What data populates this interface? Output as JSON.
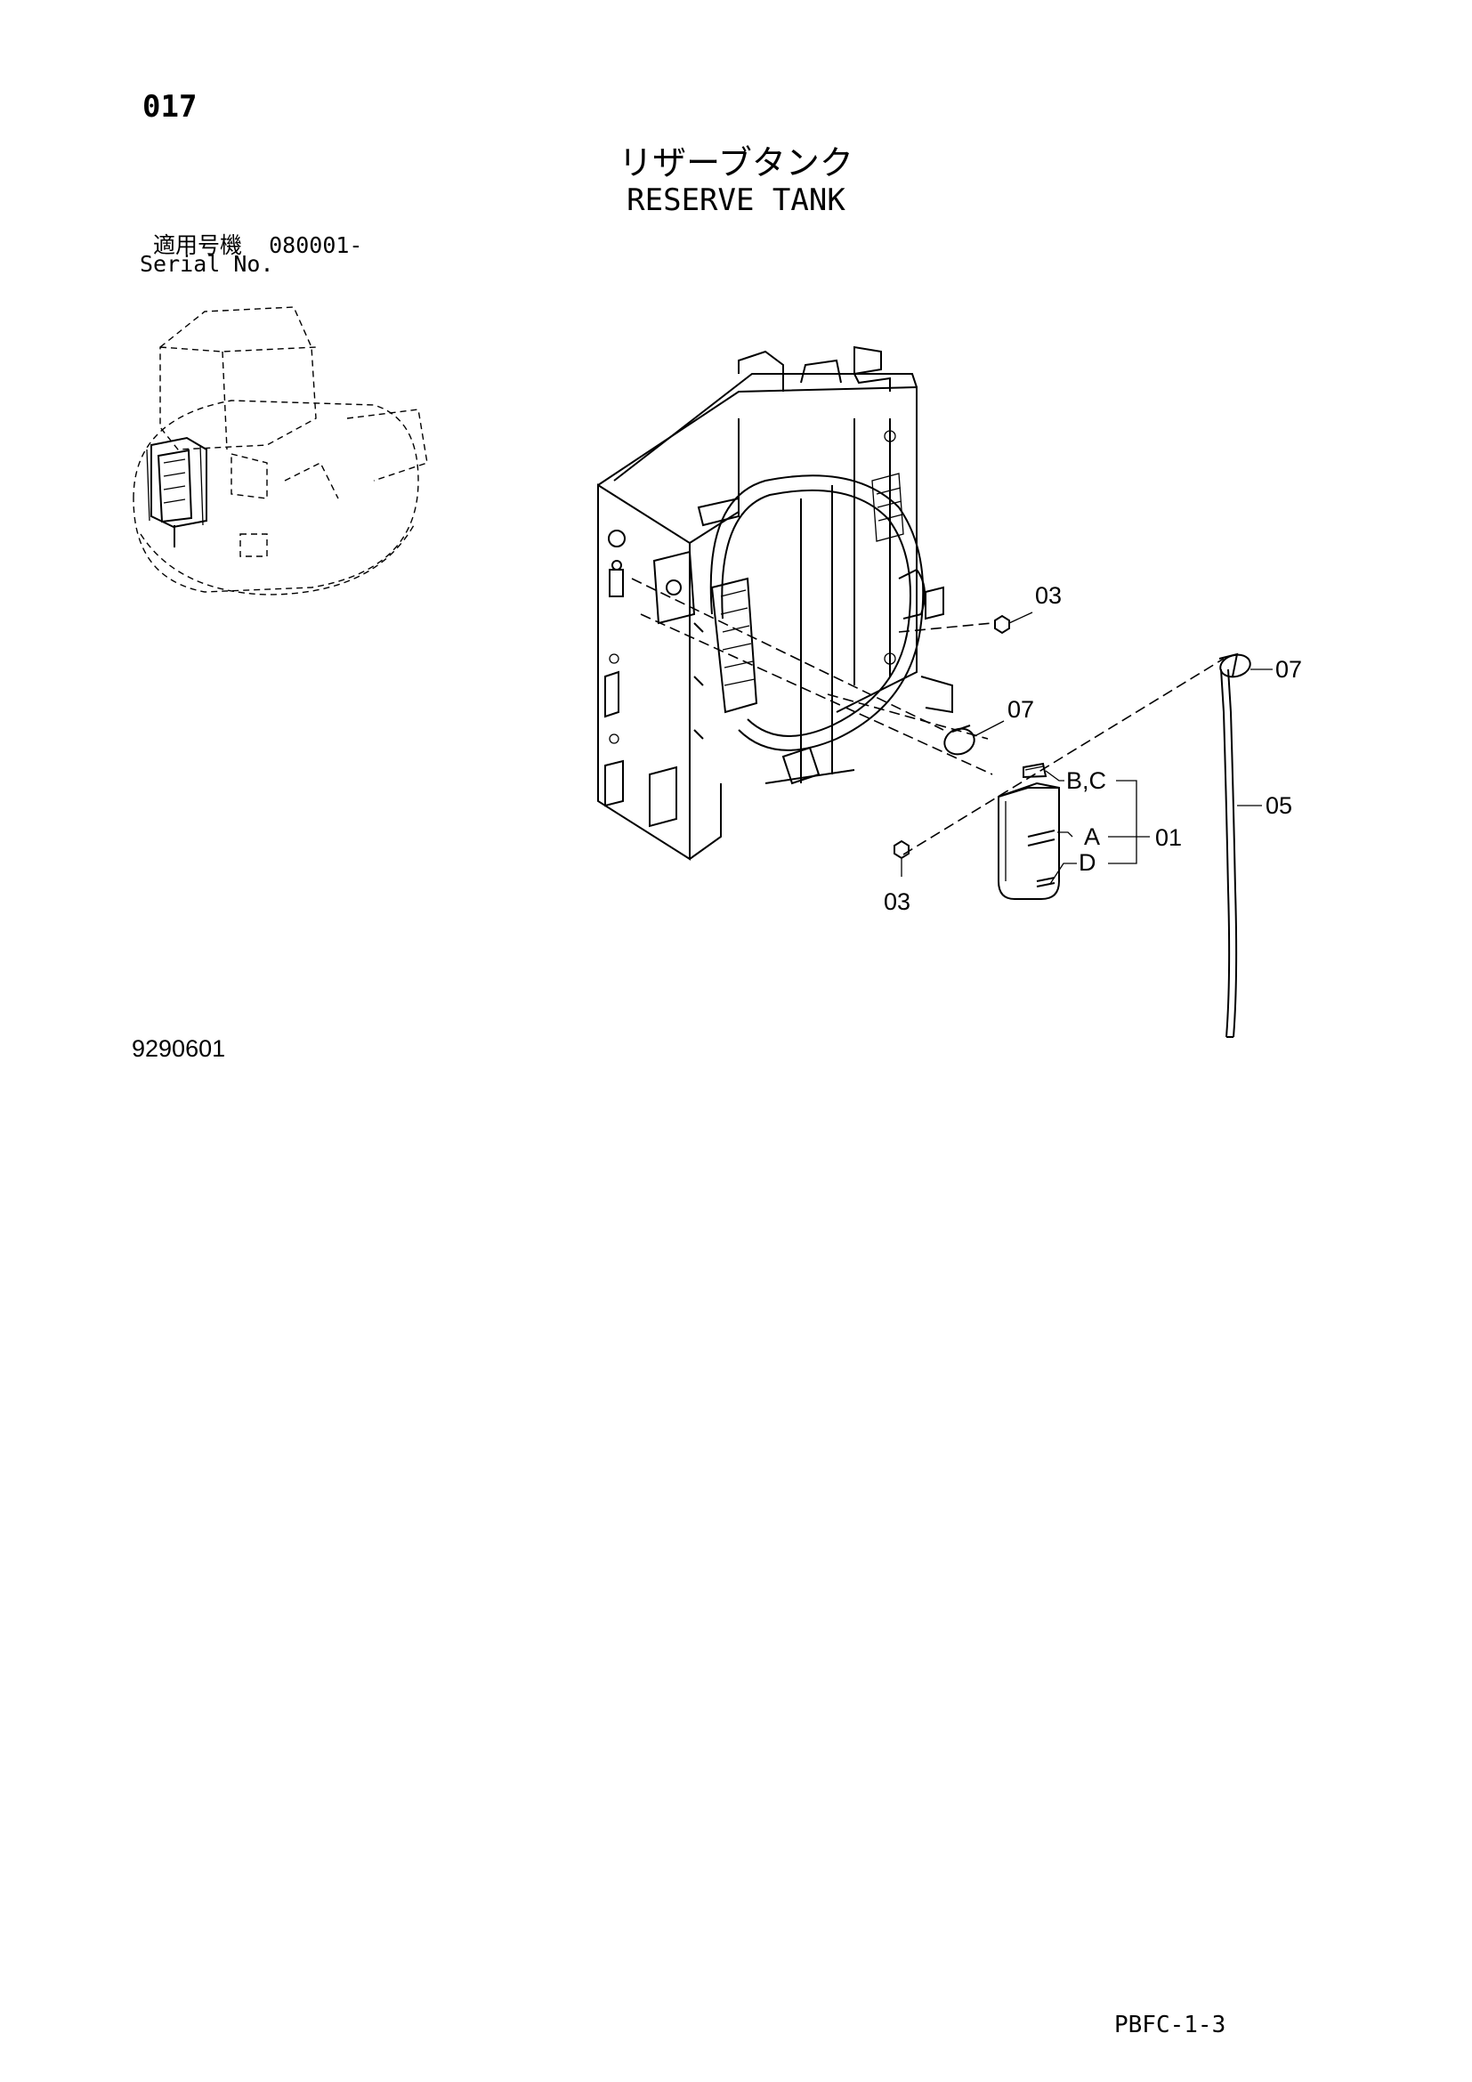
{
  "page": {
    "number": "017",
    "sheet_code": "PBFC-1-3",
    "figure_number": "9290601"
  },
  "title": {
    "japanese": "リザーブタンク",
    "english": "RESERVE TANK"
  },
  "serial": {
    "label_japanese": "適用号機",
    "range": "080001-",
    "label_english": "Serial No."
  },
  "callouts": {
    "c03_upper": "03",
    "c07_left": "07",
    "c07_right": "07",
    "bc": "B,C",
    "a": "A",
    "d": "D",
    "c01": "01",
    "c05": "05",
    "c03_lower": "03"
  }
}
